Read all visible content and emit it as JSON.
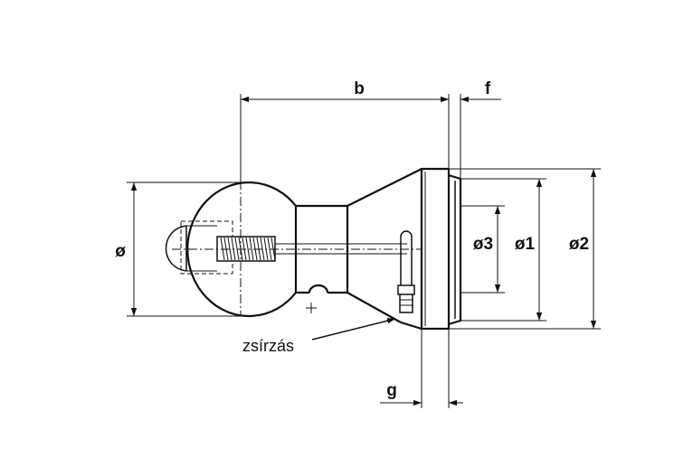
{
  "labels": {
    "b": "b",
    "f": "f",
    "g": "g",
    "d": "ø",
    "d1": "ø1",
    "d2": "ø2",
    "d3": "ø3",
    "grease": "zsírzás"
  }
}
